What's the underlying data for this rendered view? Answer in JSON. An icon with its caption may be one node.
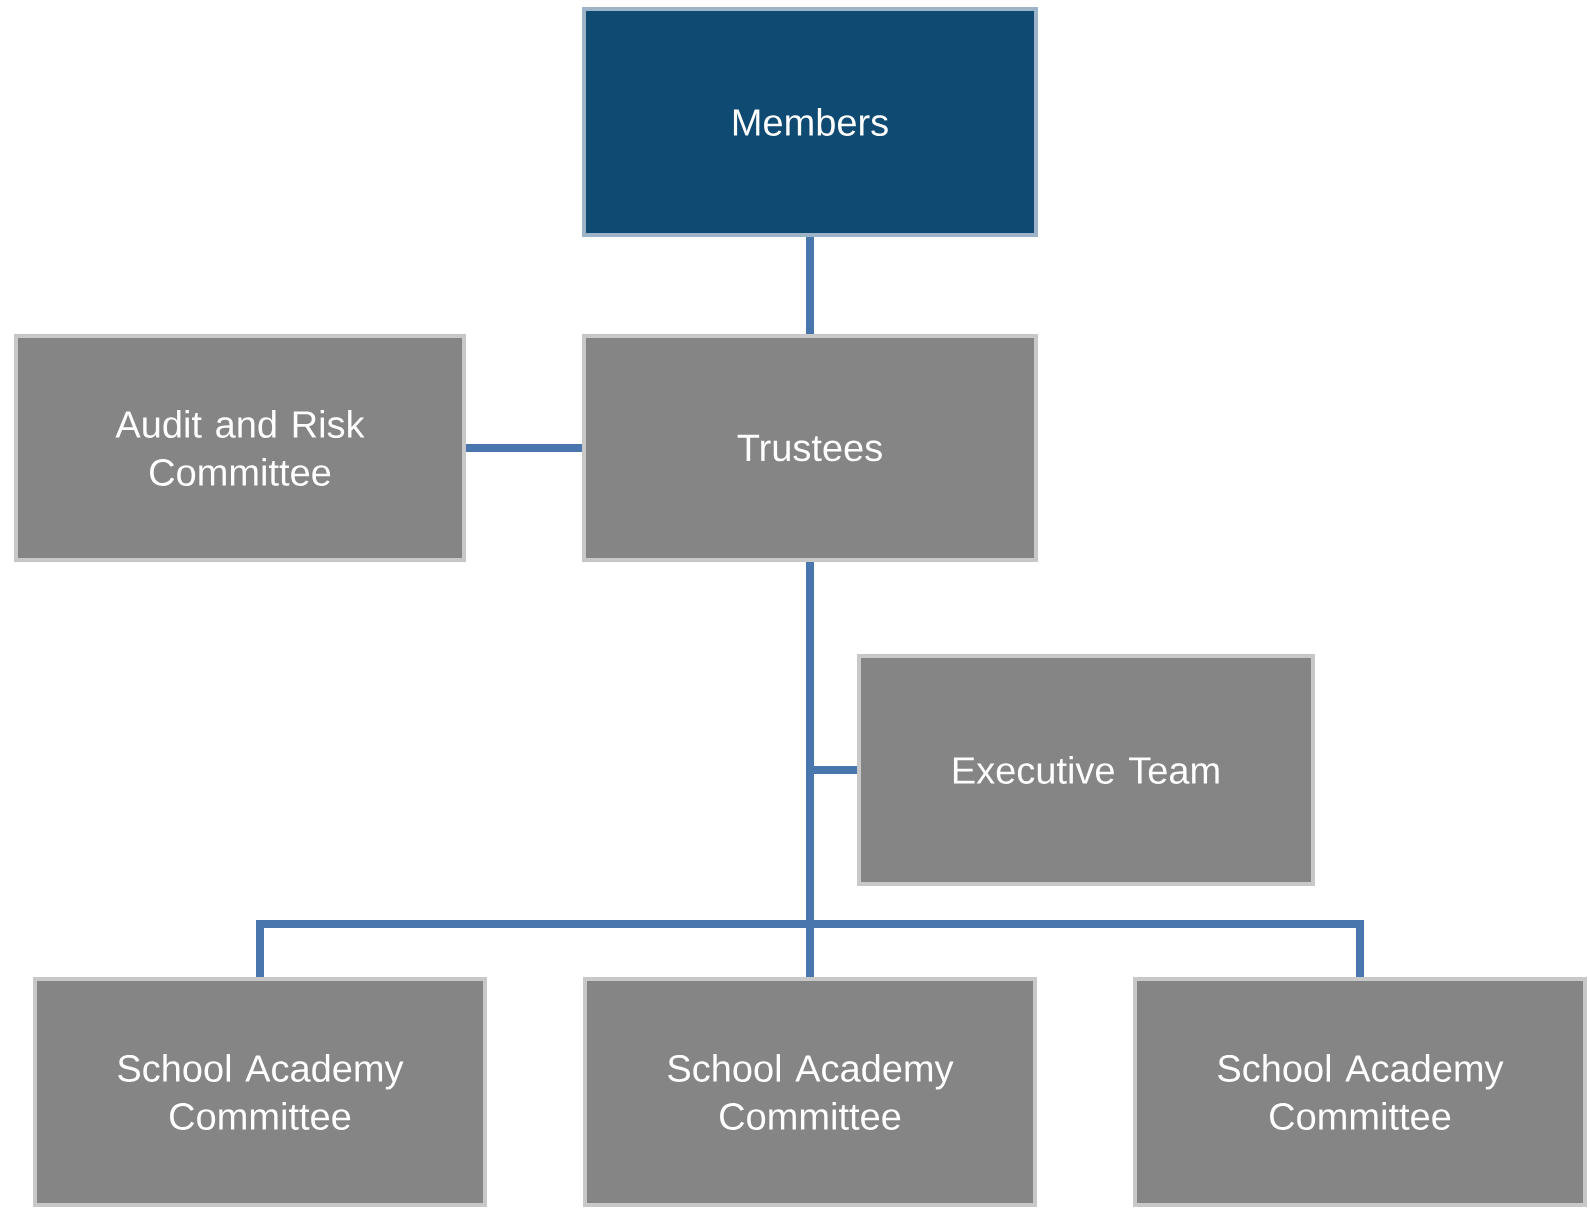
{
  "diagram": {
    "nodes": [
      {
        "text": [
          "Members"
        ]
      },
      {
        "text": [
          "Audit and Risk Committee"
        ]
      },
      {
        "text": [
          "Trustees"
        ]
      },
      {
        "text": [
          "Executive Team"
        ]
      },
      {
        "text": [
          "School Academy Committee"
        ]
      },
      {
        "text": [
          "School Academy Committee"
        ]
      },
      {
        "text": [
          "School Academy Committee"
        ]
      }
    ],
    "edges": [
      {
        "from": 0,
        "to": 2,
        "arrow": "none"
      },
      {
        "from": 1,
        "to": 2,
        "arrow": "none"
      },
      {
        "from": 2,
        "to": 3,
        "arrow": "none"
      },
      {
        "from": 2,
        "to": 4,
        "arrow": "none"
      },
      {
        "from": 2,
        "to": 5,
        "arrow": "none"
      },
      {
        "from": 2,
        "to": 6,
        "arrow": "none"
      }
    ]
  }
}
